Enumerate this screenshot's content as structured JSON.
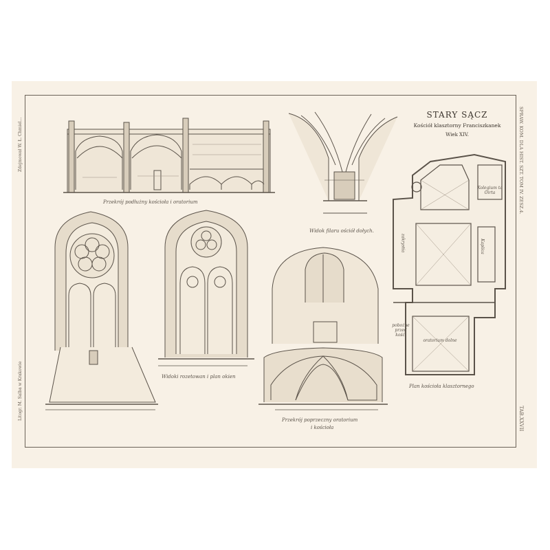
{
  "plate": {
    "title": "STARY SĄCZ",
    "subtitle": "Kościół klasztorny Franciszkanek",
    "century": "Wiek XIV.",
    "series": "SPRAW. KOM. DLA HIST. SZT. TOM IV. ZESZ.4.",
    "plate_number": "TAB.XXVII",
    "credit_drawn": "Zdejmował W. Ł. Chmiel...",
    "credit_print": "Litogr. M. Salba w Krakowie"
  },
  "captions": {
    "long_section": "Przekrój podłużny kościoła i oratorium",
    "vault_view": "Widok filaru ościół dołych.",
    "windows": "Widoki rozetowan i plan okien",
    "cross_section_line1": "Przekrój poprzeczny oratorium",
    "cross_section_line2": "i kościoła",
    "plan": "Plan kościoła klasztornego"
  },
  "plan_rooms": {
    "room_ne": "Kolegium ta Oirta",
    "room_w": "zakrystia",
    "room_e": "Kaplica",
    "room_porch": "pobożne przed kość.",
    "room_oratory": "oratorium dolne"
  },
  "colors": {
    "ink": "#5a5249",
    "paper": "#f8f1e6",
    "frame": "#6b6257"
  }
}
